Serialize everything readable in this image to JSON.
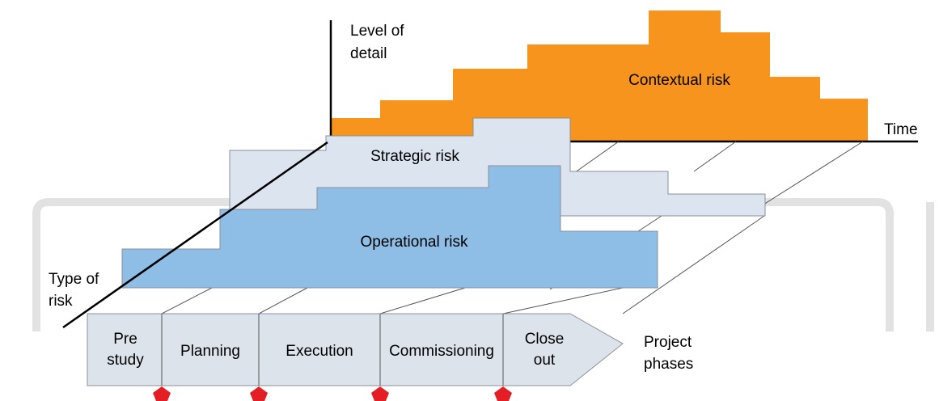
{
  "colors": {
    "contextual": "#f7941d",
    "strategic": "#dce4ef",
    "operational": "#8ebde6",
    "phases_bar": "#dde3eb",
    "milestone": "#e31e24",
    "background_frame": "#e2e2e2"
  },
  "axes": {
    "level_of_detail_line1": "Level of",
    "level_of_detail_line2": "detail",
    "time": "Time",
    "type_of_risk_line1": "Type of",
    "type_of_risk_line2": "risk"
  },
  "layers": {
    "contextual": "Contextual risk",
    "strategic": "Strategic risk",
    "operational": "Operational risk"
  },
  "phases": {
    "pre_study_line1": "Pre",
    "pre_study_line2": "study",
    "planning": "Planning",
    "execution": "Execution",
    "commissioning": "Commissioning",
    "close_out_line1": "Close",
    "close_out_line2": "out",
    "label_line1": "Project",
    "label_line2": "phases"
  },
  "icons": {
    "milestone": "pentagon-milestone-icon"
  }
}
